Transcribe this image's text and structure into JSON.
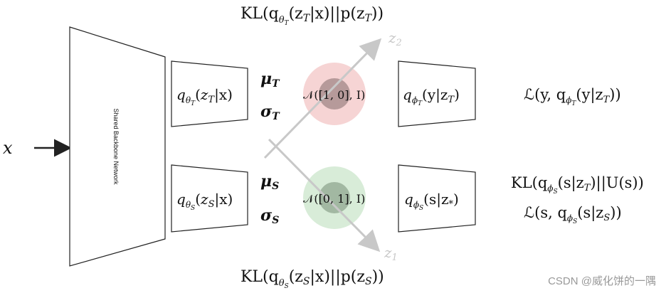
{
  "input": {
    "label": "x"
  },
  "backbone": {
    "label": "Shared Backbone Network"
  },
  "encoder_t": {
    "q": "q",
    "sub": "θ",
    "subsub": "T",
    "open": "(",
    "z": "z",
    "zsub": "T",
    "cond": "|x)",
    "mu": "μ",
    "mu_sub": "T",
    "sigma": "σ",
    "sigma_sub": "T"
  },
  "encoder_s": {
    "q": "q",
    "sub": "θ",
    "subsub": "S",
    "open": "(",
    "z": "z",
    "zsub": "S",
    "cond": "|x)",
    "mu": "μ",
    "mu_sub": "S",
    "sigma": "σ",
    "sigma_sub": "S"
  },
  "prior_t": {
    "label": "𝒩([1, 0], I)",
    "color": "#e8a0a0"
  },
  "prior_s": {
    "label": "𝒩([0, 1], I)",
    "color": "#a8d4a8"
  },
  "axes": {
    "z2": "z",
    "z2_sub": "2",
    "z1": "z",
    "z1_sub": "1",
    "color": "#c8c8c8"
  },
  "decoder_t": {
    "q": "q",
    "sub": "ϕ",
    "subsub": "T",
    "body": "(y|z",
    "zsub": "T",
    "close": ")"
  },
  "decoder_s": {
    "q": "q",
    "sub": "ϕ",
    "subsub": "S",
    "body": "(s|z",
    "zsub": "*",
    "close": ")"
  },
  "kl_top": {
    "text1": "KL(q",
    "sub": "θ",
    "subsub": "T",
    "text2": "(z",
    "zsub": "T",
    "text3": "|x)||p(z",
    "zsub2": "T",
    "text4": "))"
  },
  "kl_bottom": {
    "text1": "KL(q",
    "sub": "θ",
    "subsub": "S",
    "text2": "(z",
    "zsub": "S",
    "text3": "|x)||p(z",
    "zsub2": "S",
    "text4": "))"
  },
  "loss_t": {
    "text1": "ℒ(y, q",
    "sub": "ϕ",
    "subsub": "T",
    "text2": "(y|z",
    "zsub": "T",
    "text3": "))"
  },
  "kl_s": {
    "text1": "KL(q",
    "sub": "ϕ",
    "subsub": "S",
    "text2": "(s|z",
    "zsub": "T",
    "text3": ")||U(s))"
  },
  "loss_s": {
    "text1": "ℒ(s, q",
    "sub": "ϕ",
    "subsub": "S",
    "text2": "(s|z",
    "zsub": "S",
    "text3": "))"
  },
  "watermark": {
    "text": "CSDN @威化饼的一隅"
  }
}
